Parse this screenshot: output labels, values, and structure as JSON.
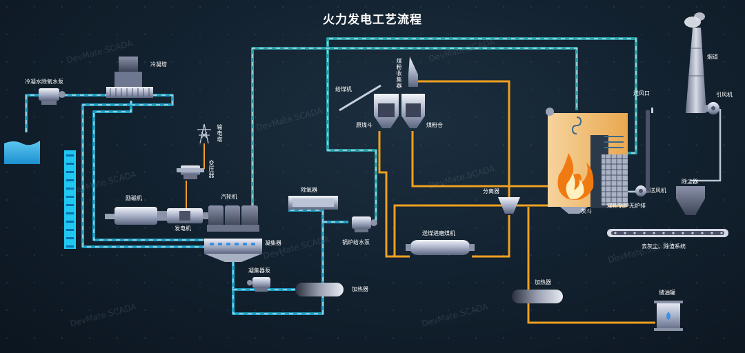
{
  "title": "火力发电工艺流程",
  "watermark": "DevMate.SCADA",
  "colors": {
    "water_pipe": "#1ec3d6",
    "steam_pipe": "#2fbfb0",
    "coal_pipe": "#f0a020",
    "gas_pipe": "#9fb4c6",
    "boiler": "#f3c27a",
    "flame": "#f07a12"
  },
  "labels": {
    "cooling_tower": "冷凝塔",
    "cooling_pump": "冷凝水除氧水泵",
    "transmission_tower": "输电塔",
    "transformer": "变压器",
    "exciter": "励磁机",
    "generator": "发电机",
    "turbine": "汽轮机",
    "condenser": "凝集器",
    "condensate_pump": "凝集器泵",
    "deaerator": "除氧器",
    "feed_pump": "锅炉给水泵",
    "heater_low": "加热器",
    "coal_feeder": "给煤机",
    "pulverized_collector": "煤粉收集器",
    "raw_coal_bunker": "原煤斗",
    "pulverized_bin": "煤粉仓",
    "coal_mill": "送煤进磨煤机",
    "separator": "分离器",
    "heater_oil": "加热器",
    "oil_tank": "储油罐",
    "air_inlet": "送风口",
    "boiler": "煤粉锅炉无炉排",
    "ash_hopper": "灰斗",
    "blower": "送风机",
    "dust_collector": "除尘器",
    "id_fan": "引风机",
    "chimney": "烟道",
    "ash_system": "去灰尘、除渣系统"
  }
}
